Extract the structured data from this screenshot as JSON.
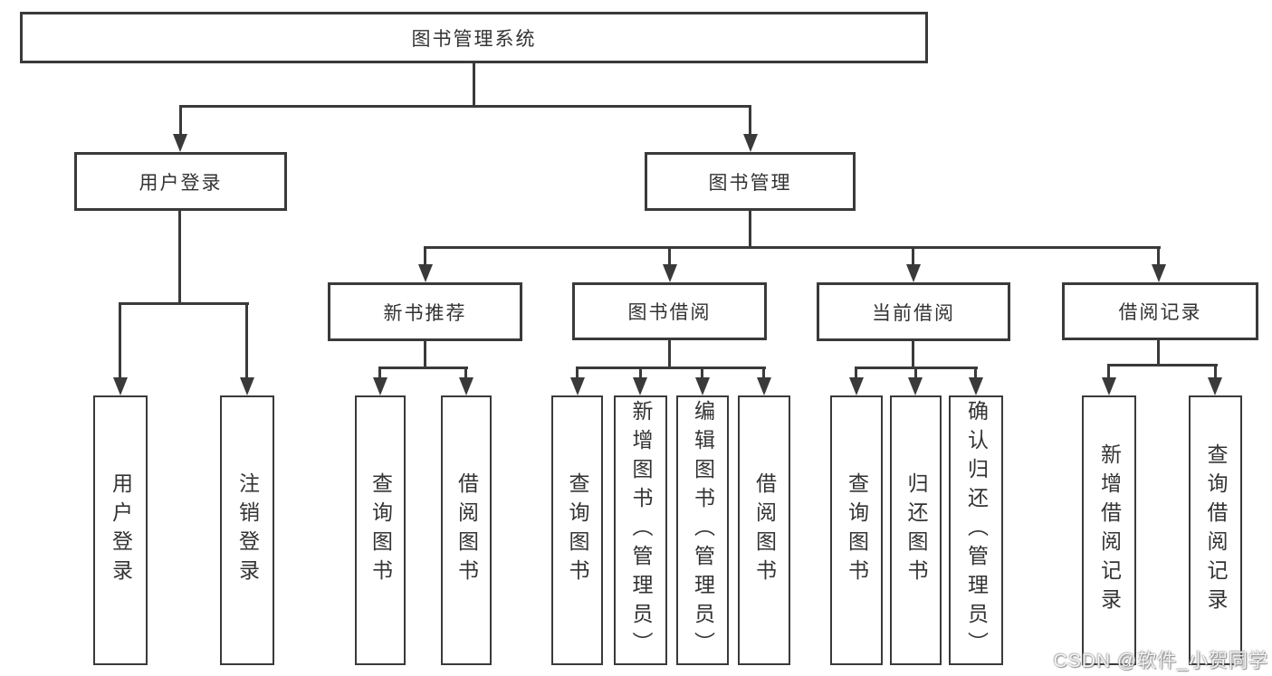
{
  "root": {
    "label": "图书管理系统"
  },
  "branches": {
    "user_login": {
      "label": "用户登录",
      "children": [
        {
          "label": "用户登录"
        },
        {
          "label": "注销登录"
        }
      ]
    },
    "book_mgmt": {
      "label": "图书管理",
      "sections": {
        "new_book": {
          "label": "新书推荐",
          "children": [
            {
              "label": "查询图书"
            },
            {
              "label": "借阅图书"
            }
          ]
        },
        "book_borrow": {
          "label": "图书借阅",
          "children": [
            {
              "label": "查询图书"
            },
            {
              "label": "新增图书（管理员）"
            },
            {
              "label": "编辑图书（管理员）"
            },
            {
              "label": "借阅图书"
            }
          ]
        },
        "current_borrow": {
          "label": "当前借阅",
          "children": [
            {
              "label": "查询图书"
            },
            {
              "label": "归还图书"
            },
            {
              "label": "确认归还（管理员）"
            }
          ]
        },
        "borrow_record": {
          "label": "借阅记录",
          "children": [
            {
              "label": "新增借阅记录"
            },
            {
              "label": "查询借阅记录"
            }
          ]
        }
      }
    }
  },
  "watermark": {
    "text": "CSDN @软件_小贺同学"
  },
  "colors": {
    "line": "#3a3a3a",
    "text": "#333333",
    "background": "#ffffff"
  }
}
